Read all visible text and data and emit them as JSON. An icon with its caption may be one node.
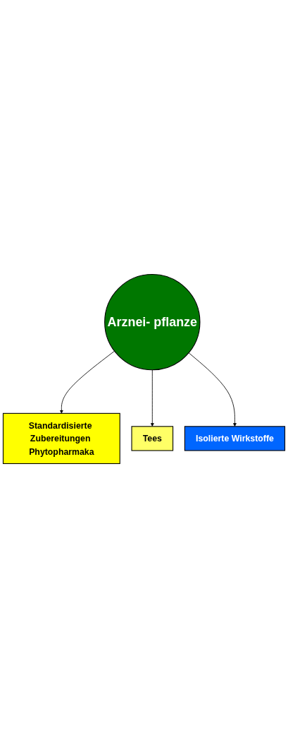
{
  "diagram": {
    "nodes": [
      {
        "text": [
          "Standardisierte Zubereitungen Phytopharmaka"
        ]
      },
      {
        "text": [
          "Tees"
        ]
      },
      {
        "text": [
          "Arznei- pflanze"
        ]
      },
      {
        "text": [
          "Isolierte Wirkstoffe"
        ]
      }
    ],
    "edges": [
      {
        "from": 2,
        "to": 0,
        "arrow": "to"
      },
      {
        "from": 2,
        "to": 1,
        "arrow": "to"
      },
      {
        "from": 2,
        "to": 3,
        "arrow": "to"
      }
    ]
  }
}
